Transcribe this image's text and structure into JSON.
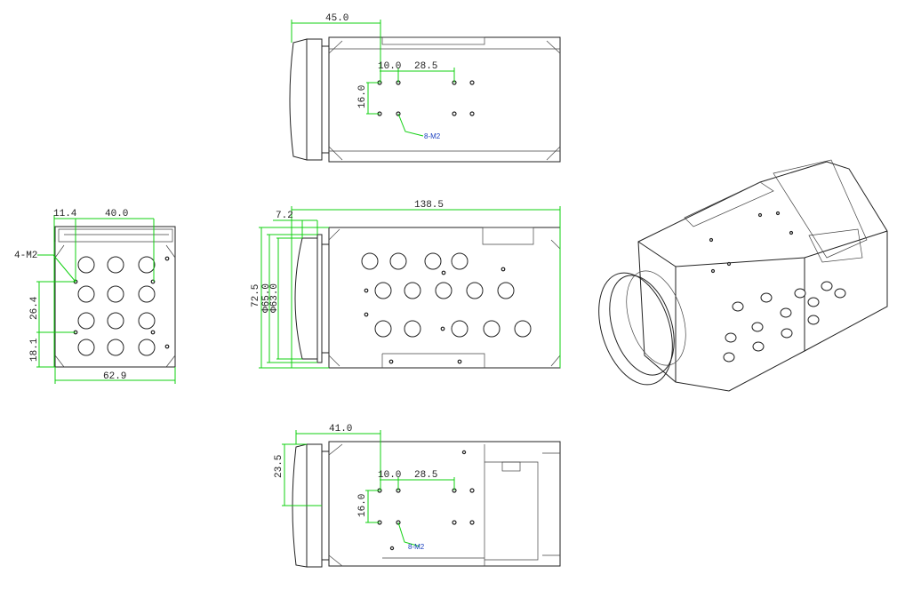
{
  "top_view": {
    "width_to_holes": "45.0",
    "hole_offset": "10.0",
    "hole_spacing": "28.5",
    "hole_vertical": "16.0",
    "thread_callout": "8-M2"
  },
  "front_view": {
    "hole_offset": "11.4",
    "hole_spacing": "40.0",
    "thread_callout": "4-M2",
    "vertical_spacing": "26.4",
    "bottom_offset": "18.1",
    "overall_width": "62.9"
  },
  "side_view": {
    "lens_depth": "7.2",
    "overall_length": "138.5",
    "overall_height": "72.5",
    "lens_outer_dia": "Φ65.0",
    "lens_inner_dia": "Φ63.0"
  },
  "bottom_view": {
    "width_to_holes": "41.0",
    "lens_offset": "23.5",
    "hole_offset": "10.0",
    "hole_spacing": "28.5",
    "hole_vertical": "16.0",
    "thread_callout": "8-M2"
  },
  "colors": {
    "dimension": "#10d010",
    "callout": "#1a3fbf",
    "outline": "#222222"
  }
}
